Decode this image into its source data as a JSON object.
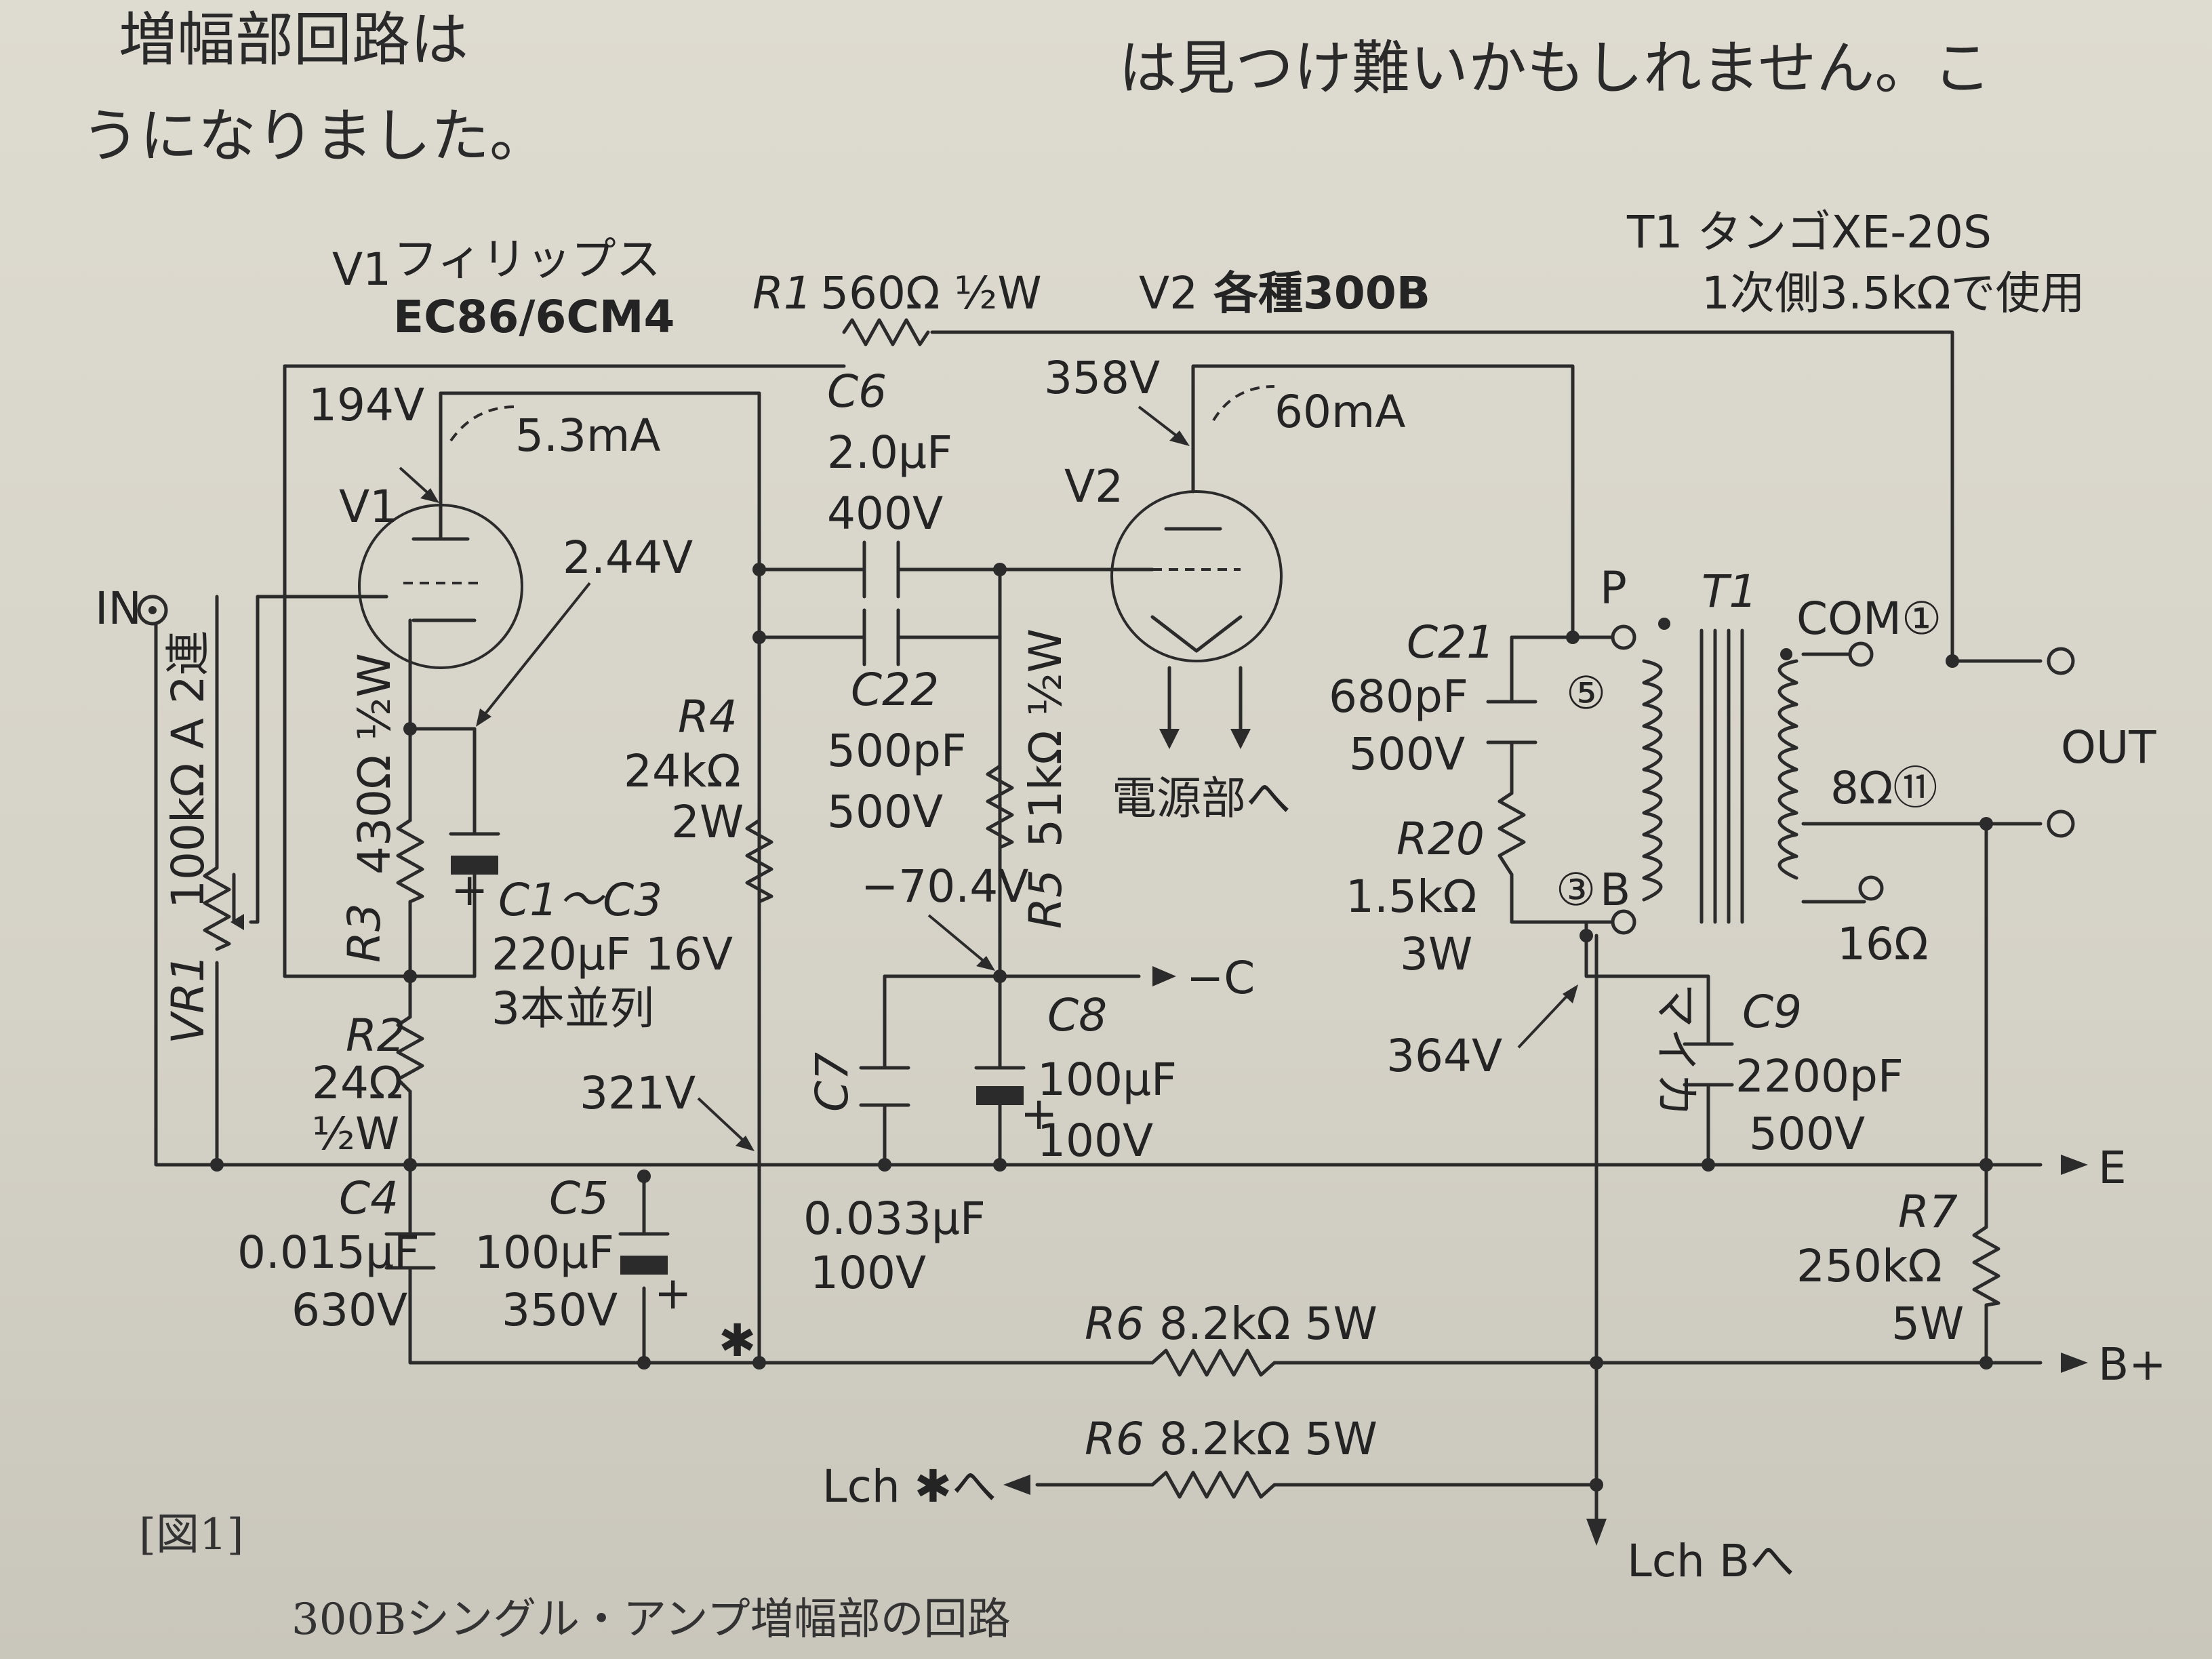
{
  "prose": {
    "line1_left": "増幅部回路は",
    "line2_left": "うになりました。",
    "line1_right": "は見つけ難いかもしれません。こ"
  },
  "tubes": {
    "v1": {
      "ref": "V1",
      "maker": "フィリップス",
      "type": "EC86/6CM4",
      "plate_voltage": "194V",
      "plate_current": "5.3mA",
      "cathode_voltage": "2.44V"
    },
    "v2": {
      "ref": "V2",
      "type": "各種300B",
      "plate_voltage": "358V",
      "plate_current": "60mA",
      "heater_to": "電源部へ"
    }
  },
  "resistors": {
    "r1": {
      "ref": "R1",
      "value": "560Ω ½W"
    },
    "r2": {
      "ref": "R2",
      "value": "24Ω",
      "power": "½W"
    },
    "r3": {
      "ref": "R3",
      "value": "430Ω ½W"
    },
    "r4": {
      "ref": "R4",
      "value": "24kΩ",
      "power": "2W"
    },
    "r5": {
      "ref": "R5",
      "value": "51kΩ ½W"
    },
    "r6a": {
      "ref": "R6",
      "value": "8.2kΩ 5W"
    },
    "r6b": {
      "ref": "R6",
      "value": "8.2kΩ 5W"
    },
    "r7": {
      "ref": "R7",
      "value": "250kΩ",
      "power": "5W"
    },
    "r20": {
      "ref": "R20",
      "value": "1.5kΩ",
      "power": "3W"
    },
    "vr1": {
      "ref": "VR1",
      "value": "100kΩ A 2連"
    }
  },
  "capacitors": {
    "c1_c3": {
      "ref": "C1〜C3",
      "value": "220μF 16V",
      "note": "3本並列"
    },
    "c4": {
      "ref": "C4",
      "value": "0.015μF",
      "voltage": "630V"
    },
    "c5": {
      "ref": "C5",
      "value": "100μF",
      "voltage": "350V"
    },
    "c6": {
      "ref": "C6",
      "value": "2.0μF",
      "voltage": "400V"
    },
    "c7": {
      "ref": "C7",
      "value": "0.033μF",
      "voltage": "100V"
    },
    "c8": {
      "ref": "C8",
      "value": "100μF",
      "voltage": "100V"
    },
    "c9": {
      "ref": "C9",
      "value": "2200pF",
      "voltage": "500V",
      "type": "マイカ"
    },
    "c21": {
      "ref": "C21",
      "value": "680pF",
      "voltage": "500V"
    },
    "c22": {
      "ref": "C22",
      "value": "500pF",
      "voltage": "500V"
    }
  },
  "transformer": {
    "ref": "T1",
    "title": "T1 タンゴXE-20S",
    "note": "1次側3.5kΩで使用",
    "pin_p": "P",
    "pin_b": "B",
    "pin_5": "⑤",
    "pin_3": "③",
    "com": "COM①",
    "tap_8": "8Ω⑪",
    "tap_16": "16Ω"
  },
  "voltages": {
    "grid_bias": "−70.4V",
    "b_plus_321": "321V",
    "b_plus_364": "364V"
  },
  "terminals": {
    "in": "IN",
    "out": "OUT",
    "minus_c": "−C",
    "e": "E",
    "b_plus": "B+",
    "lch_star": "Lch ✱へ",
    "lch_b": "Lch Bへ",
    "star": "✱"
  },
  "figure": {
    "number": "[図1]",
    "caption": "300Bシングル・アンプ増幅部の回路"
  }
}
